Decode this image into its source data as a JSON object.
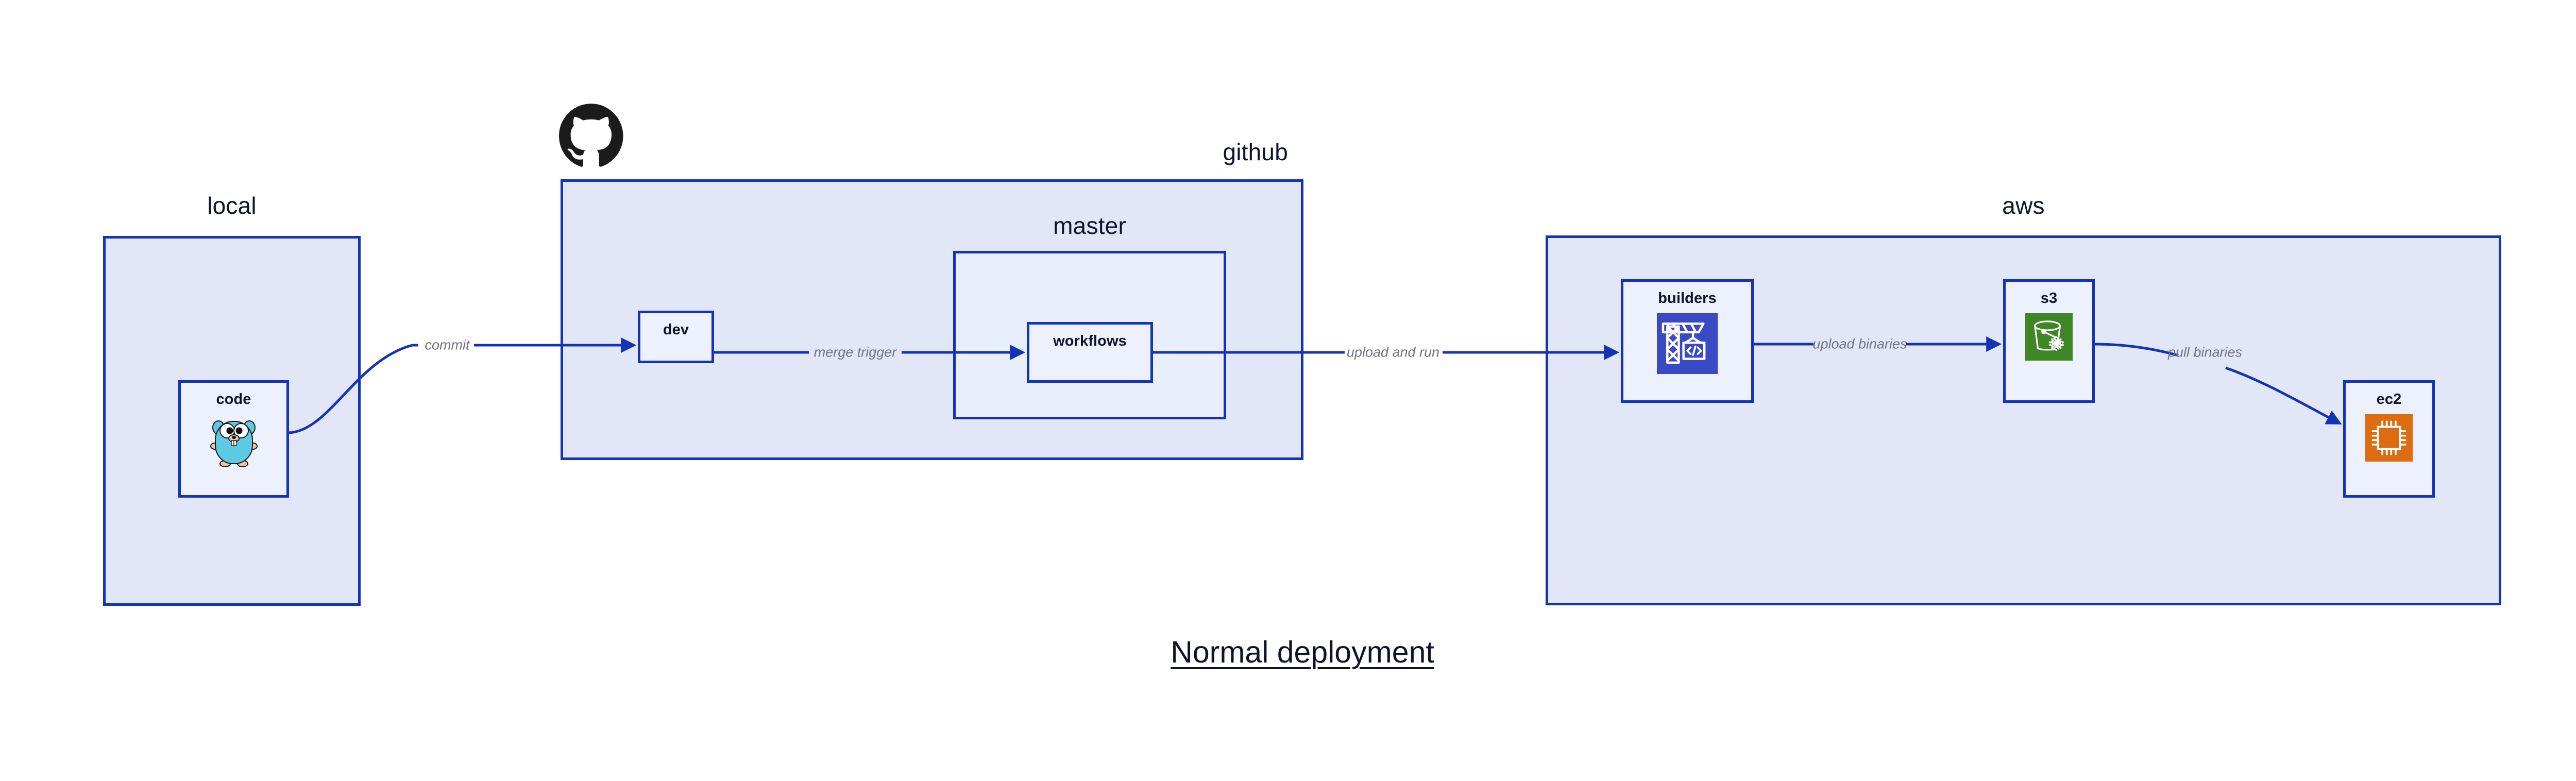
{
  "diagram": {
    "title": "Normal deployment",
    "background": "#ffffff",
    "accent_color": "#1433b5",
    "group_fill": "#e2e7f8",
    "node_fill": "#edf1fd",
    "label_color": "#10142b",
    "edge_label_color": "#70747f"
  },
  "groups": [
    {
      "id": "local",
      "label": "local",
      "label_align": "center"
    },
    {
      "id": "github",
      "label": "github",
      "label_align": "right"
    },
    {
      "id": "master",
      "label": "master",
      "label_align": "center"
    },
    {
      "id": "aws",
      "label": "aws",
      "label_align": "center"
    }
  ],
  "nodes": [
    {
      "id": "code",
      "label": "code",
      "icon": "go-gopher-icon",
      "icon_color": "#5dc9e2"
    },
    {
      "id": "dev",
      "label": "dev",
      "icon": "none",
      "icon_color": ""
    },
    {
      "id": "workflows",
      "label": "workflows",
      "icon": "none",
      "icon_color": ""
    },
    {
      "id": "builders",
      "label": "builders",
      "icon": "crane-code-icon",
      "icon_color": "#3a49c4"
    },
    {
      "id": "s3",
      "label": "s3",
      "icon": "s3-bucket-icon",
      "icon_color": "#3f8624"
    },
    {
      "id": "ec2",
      "label": "ec2",
      "icon": "cpu-chip-icon",
      "icon_color": "#dd6b10"
    }
  ],
  "edges": [
    {
      "id": "code-to-dev",
      "label": "commit",
      "from": "code",
      "to": "dev"
    },
    {
      "id": "dev-to-workflows",
      "label": "merge trigger",
      "from": "dev",
      "to": "workflows"
    },
    {
      "id": "workflows-to-builders",
      "label": "upload and run",
      "from": "workflows",
      "to": "builders"
    },
    {
      "id": "builders-to-s3",
      "label": "upload binaries",
      "from": "builders",
      "to": "s3"
    },
    {
      "id": "s3-to-ec2",
      "label": "pull binaries",
      "from": "s3",
      "to": "ec2"
    }
  ],
  "logos": [
    {
      "id": "github-logo",
      "name": "github-octocat-icon",
      "color": "#1b1b1b"
    }
  ]
}
